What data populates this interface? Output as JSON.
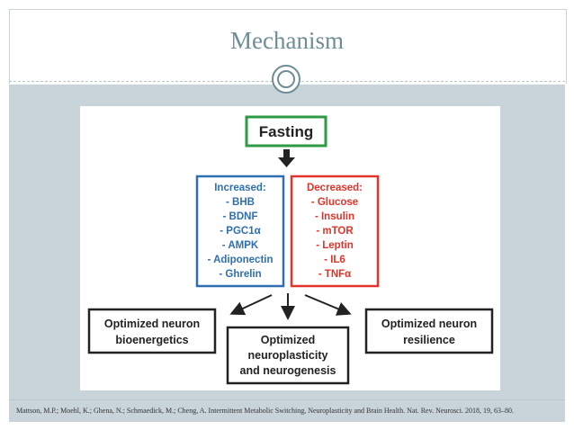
{
  "slide": {
    "title": "Mechanism",
    "citation": "Mattson, M.P.; Moehl, K.; Ghena, N.; Schmaedick, M.; Cheng, A. Intermittent Metabolic Switching, Neuroplasticity and Brain Health. Nat. Rev. Neurosci. 2018, 19, 63–80."
  },
  "diagram": {
    "top_box": "Fasting",
    "increased": {
      "heading": "Increased:",
      "items": [
        "- BHB",
        "- BDNF",
        "- PGC1α",
        "- AMPK",
        "- Adiponectin",
        "- Ghrelin"
      ]
    },
    "decreased": {
      "heading": "Decreased:",
      "items": [
        "- Glucose",
        "- Insulin",
        "- mTOR",
        "- Leptin",
        "- IL6",
        "- TNFα"
      ]
    },
    "outcomes": {
      "left": [
        "Optimized neuron",
        "bioenergetics"
      ],
      "middle": [
        "Optimized",
        "neuroplasticity",
        "and neurogenesis"
      ],
      "right": [
        "Optimized neuron",
        "resilience"
      ]
    },
    "colors": {
      "fasting_border": "#2e9b44",
      "increased": "#2f6fb1",
      "decreased": "#e3332b",
      "outcome_border": "#222222"
    }
  }
}
